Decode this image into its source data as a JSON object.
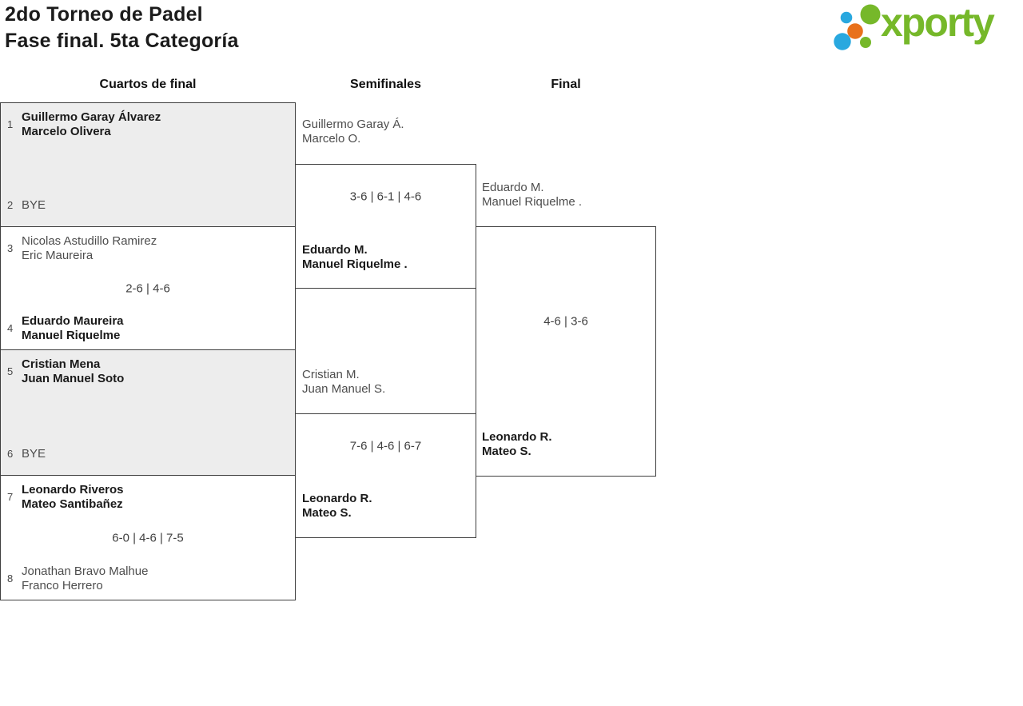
{
  "header": {
    "title_line1": "2do Torneo de Padel",
    "title_line2": "Fase final. 5ta Categoría"
  },
  "logo": {
    "text": "xporty"
  },
  "columns": [
    "Cuartos de final",
    "Semifinales",
    "Final"
  ],
  "colors": {
    "logo_green": "#76b82a",
    "logo_blue": "#29a8df",
    "logo_orange": "#e8711c",
    "box_shade": "#ededed",
    "line": "#3e3e3e",
    "winner_text": "#1a1a1a",
    "loser_text": "#4d4d4d"
  },
  "bracket": {
    "quarterfinals": [
      {
        "seed1": "1",
        "team1": {
          "line1": "Guillermo Garay Álvarez",
          "line2": "Marcelo Olivera"
        },
        "score": "",
        "seed2": "2",
        "team2": {
          "line1": "BYE",
          "line2": ""
        }
      },
      {
        "seed1": "3",
        "team1": {
          "line1": "Nicolas Astudillo Ramirez",
          "line2": "Eric Maureira"
        },
        "score": "2-6 | 4-6",
        "seed2": "4",
        "team2": {
          "line1": "Eduardo Maureira",
          "line2": "Manuel Riquelme"
        }
      },
      {
        "seed1": "5",
        "team1": {
          "line1": "Cristian Mena",
          "line2": "Juan Manuel Soto"
        },
        "score": "",
        "seed2": "6",
        "team2": {
          "line1": "BYE",
          "line2": ""
        }
      },
      {
        "seed1": "7",
        "team1": {
          "line1": "Leonardo Riveros",
          "line2": "Mateo Santibañez"
        },
        "score": "6-0 | 4-6 | 7-5",
        "seed2": "8",
        "team2": {
          "line1": "Jonathan Bravo Malhue",
          "line2": "Franco Herrero"
        }
      }
    ],
    "semifinals": [
      {
        "team1": {
          "line1": "Guillermo Garay Á.",
          "line2": "Marcelo O."
        },
        "score": "3-6 | 6-1 | 4-6",
        "team2": {
          "line1": "Eduardo M.",
          "line2": "Manuel Riquelme ."
        }
      },
      {
        "team1": {
          "line1": "Cristian M.",
          "line2": "Juan Manuel S."
        },
        "score": "7-6 | 4-6 | 6-7",
        "team2": {
          "line1": "Leonardo R.",
          "line2": "Mateo S."
        }
      }
    ],
    "final": {
      "team1": {
        "line1": "Eduardo M.",
        "line2": "Manuel Riquelme ."
      },
      "score": "4-6 | 3-6",
      "team2": {
        "line1": "Leonardo R.",
        "line2": "Mateo S."
      }
    }
  }
}
